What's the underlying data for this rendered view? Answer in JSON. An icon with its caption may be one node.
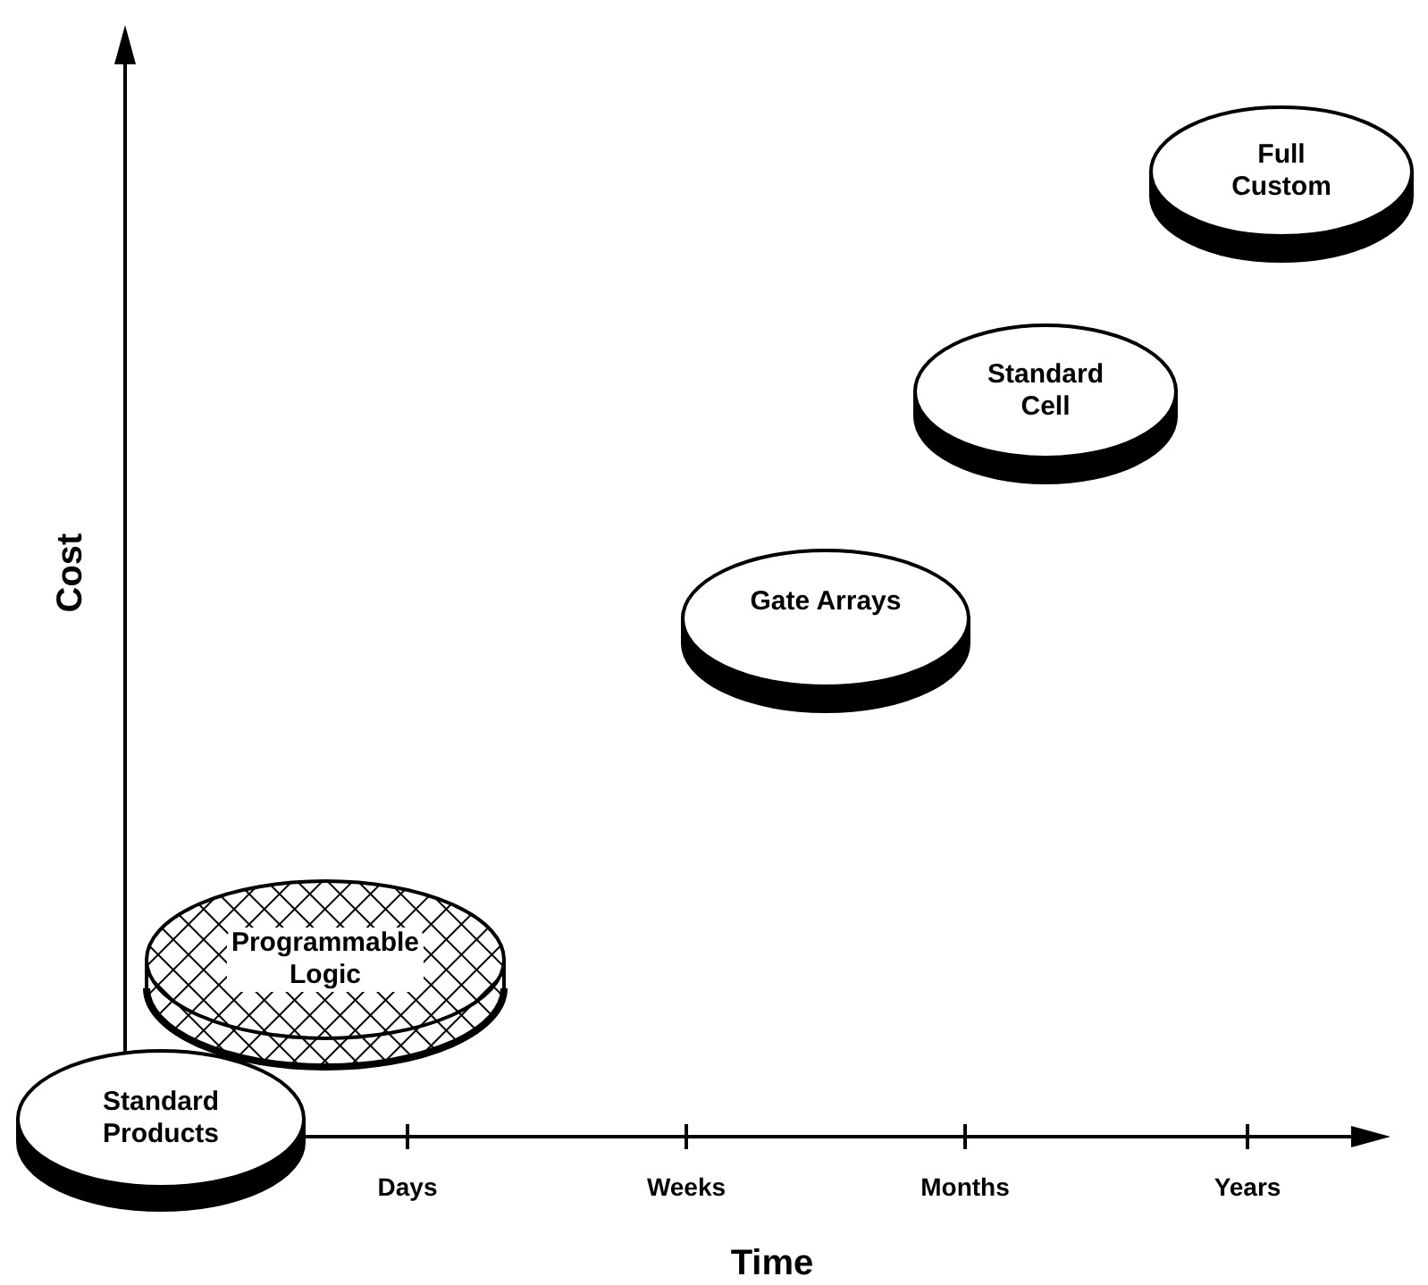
{
  "diagram": {
    "nodes": [
      {
        "text": [
          "Full Custom"
        ]
      },
      {
        "text": [
          "Standard Cell"
        ]
      },
      {
        "text": [
          "Gate Arrays"
        ]
      },
      {
        "text": [
          "Programmable Logic"
        ]
      },
      {
        "text": [
          "Standard Products"
        ]
      }
    ],
    "labels": [
      "Cost",
      "Days",
      "Weeks",
      "Months",
      "Years",
      "Time"
    ]
  }
}
